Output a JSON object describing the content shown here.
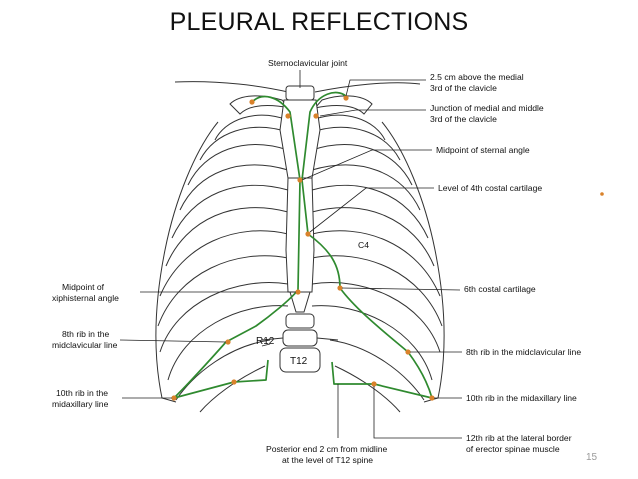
{
  "title": "PLEURAL REFLECTIONS",
  "slide_number": "15",
  "colors": {
    "pleura": "#2f8a2f",
    "point": "#d9822b",
    "bone": "#333333",
    "text": "#111111"
  },
  "labels": {
    "sternoclavicular": "Sternoclavicular joint",
    "above_clavicle_1": "2.5 cm above the medial",
    "above_clavicle_2": "3rd of the clavicle",
    "junction_1": "Junction of medial and middle",
    "junction_2": "3rd of the clavicle",
    "sternal_angle": "Midpoint of sternal angle",
    "fourth_costal": "Level of 4th costal cartilage",
    "c4": "C4",
    "sixth_costal": "6th costal cartilage",
    "xiphisternal_1": "Midpoint of",
    "xiphisternal_2": "xiphisternal angle",
    "eighth_left_1": "8th rib in the",
    "eighth_left_2": "midclavicular line",
    "eighth_right": "8th rib in the midclavicular line",
    "r12": "R12",
    "t12": "T12",
    "tenth_left_1": "10th rib in the",
    "tenth_left_2": "midaxillary line",
    "tenth_right": "10th rib in the midaxillary line",
    "posterior_1": "Posterior end 2 cm from midline",
    "posterior_2": "at the level of T12 spine",
    "twelfth_1": "12th rib at the lateral border",
    "twelfth_2": "of erector spinae muscle"
  }
}
